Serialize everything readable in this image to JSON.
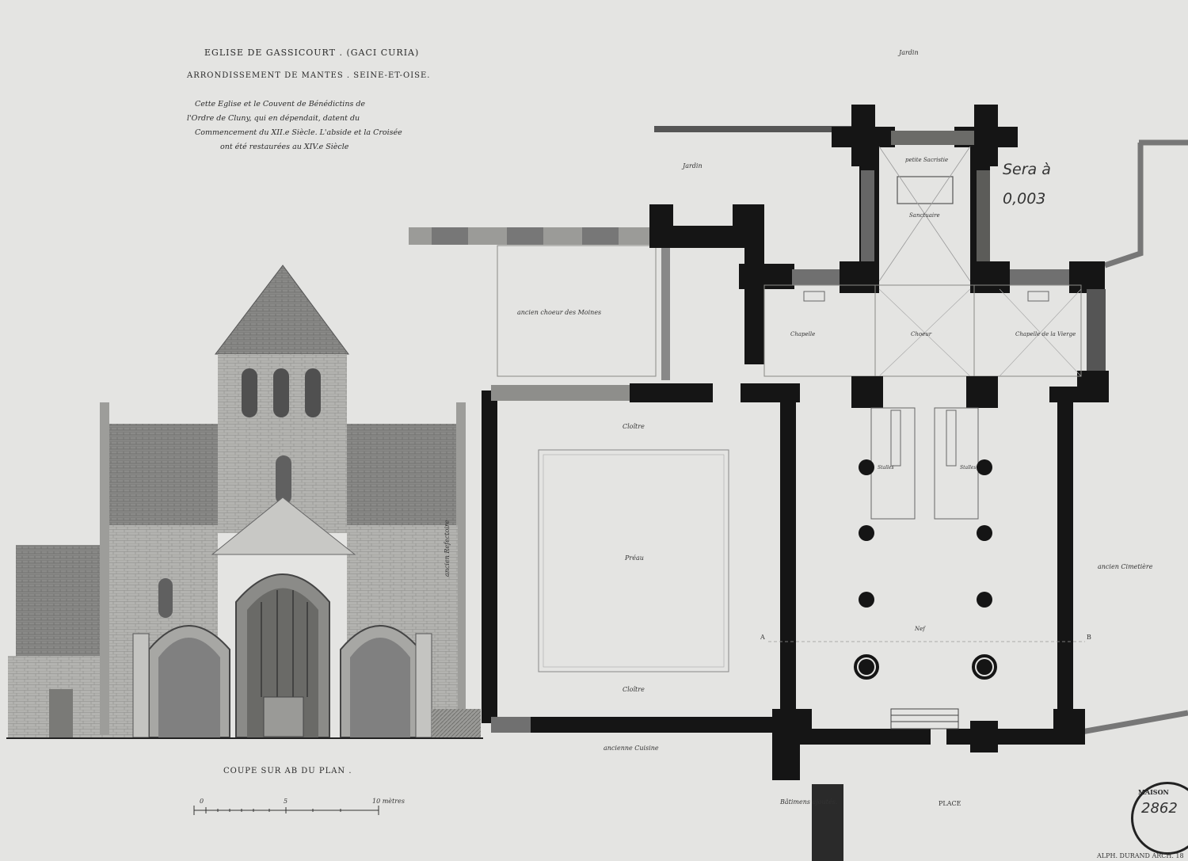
{
  "title": {
    "line1": "EGLISE DE GASSICOURT . (GACI CURIA)",
    "line2": "ARRONDISSEMENT DE MANTES . SEINE-ET-OISE."
  },
  "description": [
    "Cette Eglise et le Couvent de Bénédictins de",
    "l'Ordre de Cluny, qui en dépendait, datent du",
    "Commencement du XII.e Siècle. L'abside et la Croisée",
    "ont été restaurées au XIV.e Siècle"
  ],
  "handwritten_note": [
    "Sera à",
    "0,003"
  ],
  "section_caption": "COUPE SUR AB DU PLAN .",
  "scale_bar": {
    "labels": [
      "0",
      "5",
      "10 mètres"
    ]
  },
  "plan_labels": {
    "jardin_top": "Jardin",
    "jardin_left": "Jardin",
    "petite_sacristie": "petite Sacristie",
    "sanctuaire": "Sanctuaire",
    "ancien_choeur": "ancien choeur des Moines",
    "chapelle_left": "Chapelle",
    "choeur": "Choeur",
    "chapelle_vierge": "Chapelle de la Vierge",
    "cloitre_top": "Cloître",
    "cloitre_bottom": "Cloître",
    "preau": "Préau",
    "ancien_refectoire": "ancien Refectoire",
    "stalles_left": "Stalles",
    "stalles_right": "Stalles",
    "nef": "Nef",
    "ancien_cimetiere": "ancien Cimetière",
    "point_a": "A",
    "point_b": "B",
    "ancienne_cuisine": "ancienne Cuisine",
    "batiments": "Bâtimens ajoutés.",
    "place": "PLACE"
  },
  "stamp": {
    "line1": "MAISON",
    "number": "2862"
  },
  "signature": "ALPH. DURAND ARCH. 18"
}
